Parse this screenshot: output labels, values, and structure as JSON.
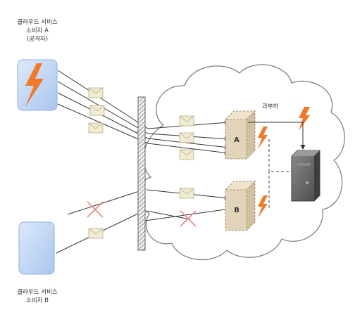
{
  "consumer_a": {
    "line1": "클라우드 서비스",
    "line2": "소비자 A",
    "line3": "(공격자)"
  },
  "consumer_b": {
    "line1": "클라우드 서비스",
    "line2": "소비자 B"
  },
  "server_a": {
    "label": "A"
  },
  "server_b": {
    "label": "B"
  },
  "overload": {
    "label": "과부하"
  },
  "icons": {
    "attack": "lightning-bolt-icon",
    "message": "envelope-icon",
    "blocked": "x-mark-icon",
    "physical_server": "server-tower-icon"
  },
  "colors": {
    "consumer_fill": "#c5d9f4",
    "bolt": "#f07a2a",
    "envelope": "#f1ebd2",
    "vm_box": "#e2d4b8",
    "server": "#6d6d6d",
    "x_mark": "#e88d8d",
    "firewall": "#d8d8d8"
  }
}
